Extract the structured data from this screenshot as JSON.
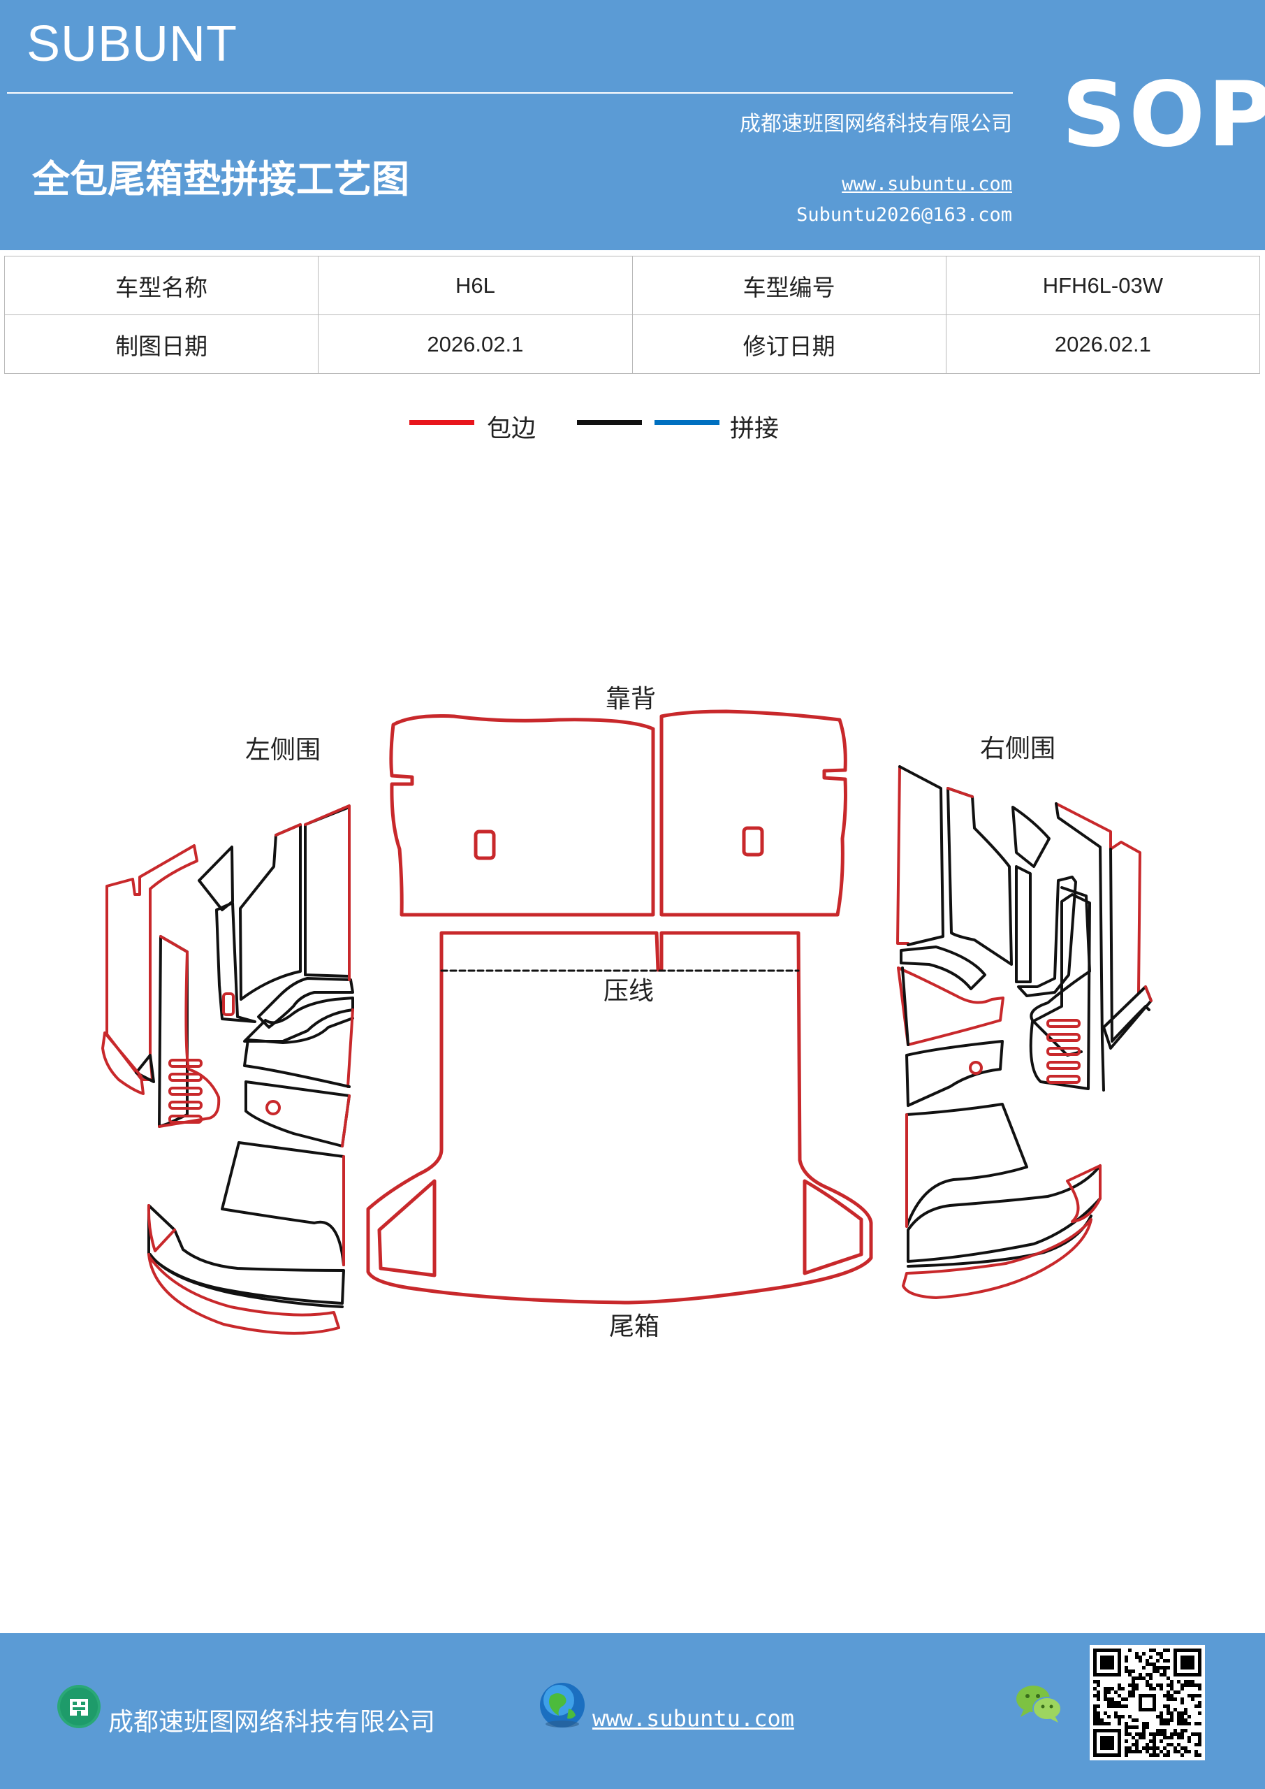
{
  "header": {
    "brand": "SUBUNT",
    "badge": "SOP",
    "company": "成都速班图网络科技有限公司",
    "title": "全包尾箱垫拼接工艺图",
    "website": "www.subuntu.com",
    "email": "Subuntu2026@163.com"
  },
  "info_table": {
    "rows": [
      {
        "label1": "车型名称",
        "value1": "H6L",
        "label2": "车型编号",
        "value2": "HFH6L-03W"
      },
      {
        "label1": "制图日期",
        "value1": "2026.02.1",
        "label2": "修订日期",
        "value2": "2026.02.1"
      }
    ]
  },
  "legend": {
    "items": [
      {
        "color": "#e8151c",
        "label": "包边"
      },
      {
        "color": "#111111",
        "label": ""
      },
      {
        "color": "#0070c0",
        "label": "拼接"
      }
    ]
  },
  "diagram": {
    "labels": {
      "backrest": "靠背",
      "left_side": "左侧围",
      "right_side": "右侧围",
      "crease": "压线",
      "trunk": "尾箱"
    },
    "colors": {
      "edge": "#c8282b",
      "seam": "#111111"
    }
  },
  "footer": {
    "company": "成都速班图网络科技有限公司",
    "website": "www.subuntu.com"
  }
}
